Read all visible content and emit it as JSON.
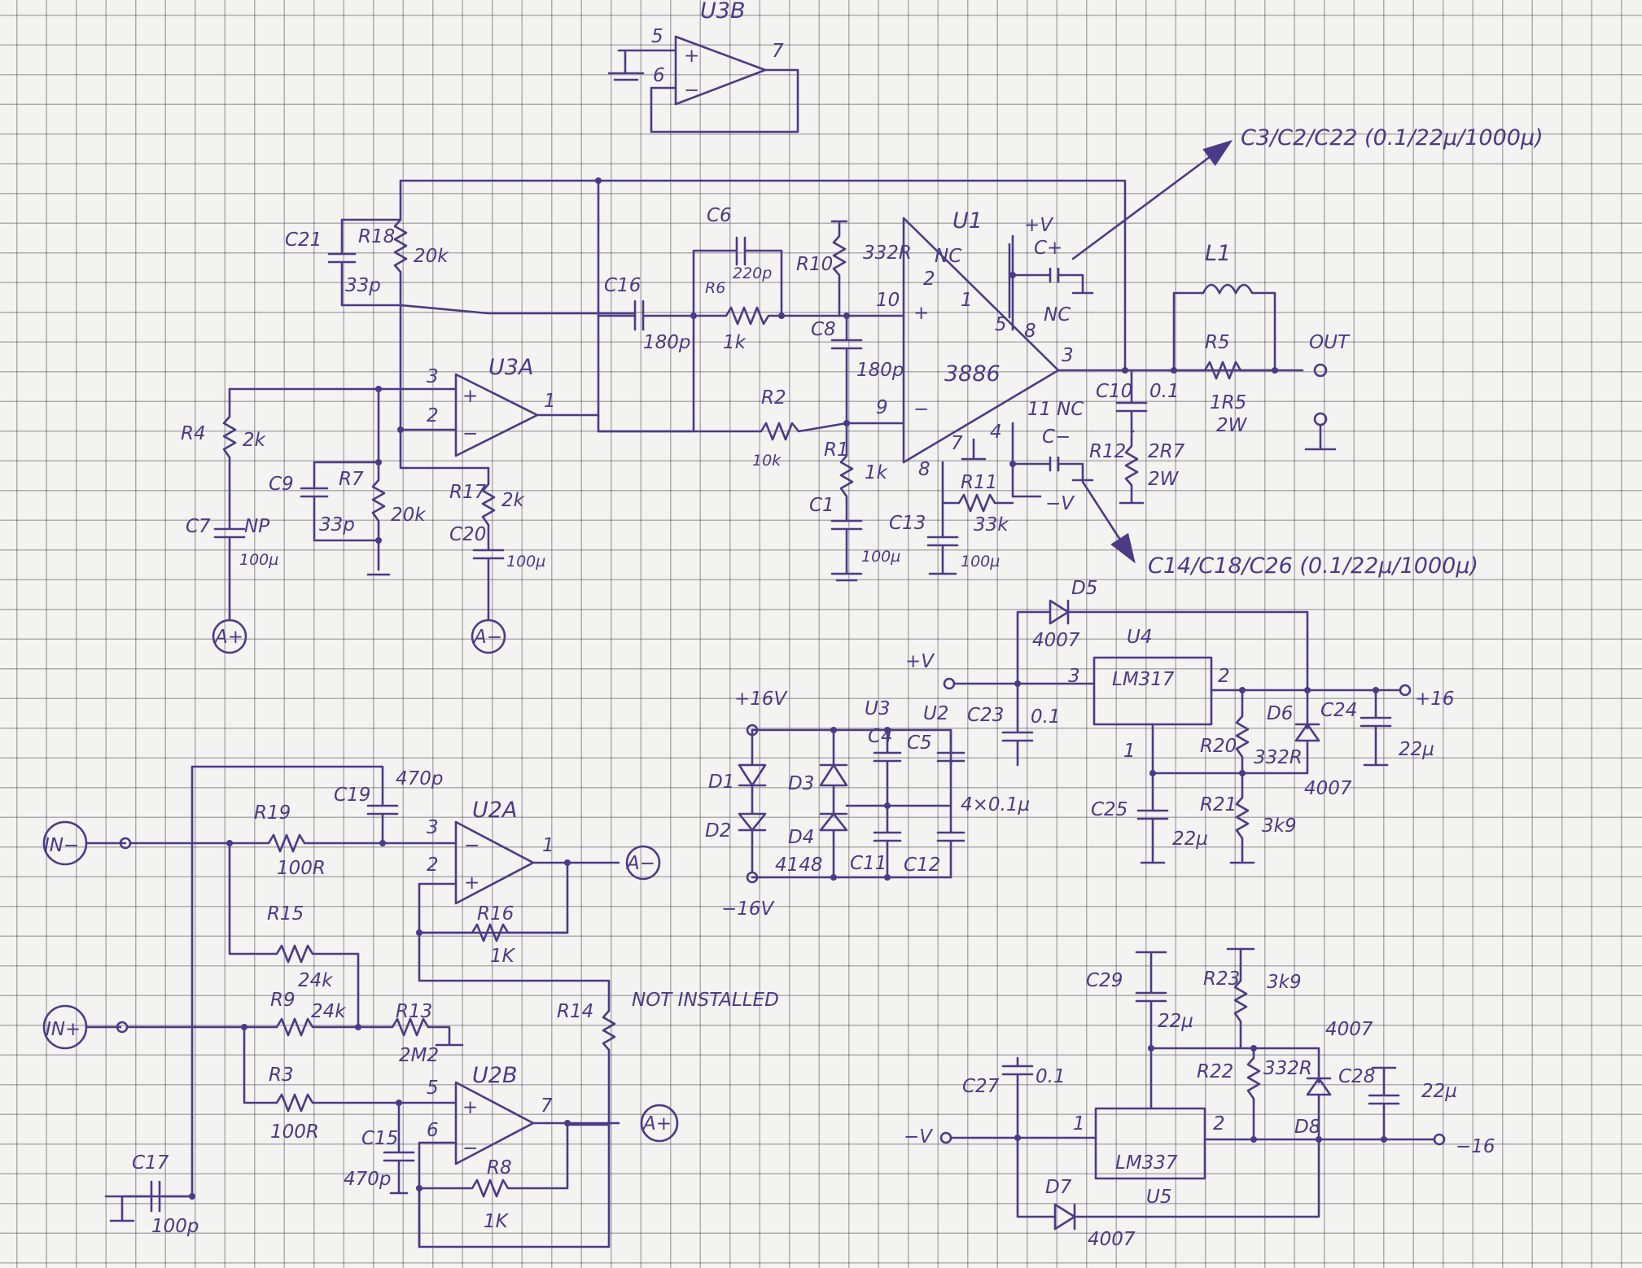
{
  "opamps": {
    "u3b": {
      "ref": "U3B",
      "pin_plus": "5",
      "pin_minus": "6",
      "pin_out": "7",
      "plus": "+",
      "minus": "−"
    },
    "u3a": {
      "ref": "U3A",
      "pin_plus": "3",
      "pin_minus": "2",
      "pin_out": "1",
      "plus": "+",
      "minus": "−"
    },
    "u2a": {
      "ref": "U2A",
      "pin_plus": "2",
      "pin_minus": "3",
      "pin_out": "1",
      "plus": "+",
      "minus": "−"
    },
    "u2b": {
      "ref": "U2B",
      "pin_plus": "5",
      "pin_minus": "6",
      "pin_out": "7",
      "plus": "+",
      "minus": "−"
    }
  },
  "amp": {
    "ref": "U1",
    "part": "3886",
    "pin_10": "10",
    "pin_9": "9",
    "pin_2": "2",
    "pin_1": "1",
    "pin_5": "5",
    "pin_8a": "8",
    "pin_3": "3",
    "pin_11": "11",
    "pin_4": "4",
    "pin_7": "7",
    "pin_8b": "8",
    "nc1": "NC",
    "nc2": "NC",
    "nc3": "NC",
    "plus": "+",
    "minus": "−",
    "vpos": "+V",
    "vneg": "−V",
    "cpos": "C+",
    "cneg": "C−"
  },
  "components": {
    "c21": {
      "ref": "C21",
      "val": "33p"
    },
    "r18": {
      "ref": "R18",
      "val": "20k"
    },
    "c16": {
      "ref": "C16",
      "val": "180p"
    },
    "c6": {
      "ref": "C6",
      "val": "220p"
    },
    "r6": {
      "ref": "R6",
      "val": "1k"
    },
    "r10": {
      "ref": "R10",
      "val": "332R"
    },
    "c8": {
      "ref": "C8",
      "val": "180p"
    },
    "r2": {
      "ref": "R2",
      "val": "10k"
    },
    "r1": {
      "ref": "R1",
      "val": "1k"
    },
    "c1": {
      "ref": "C1",
      "val": "100µ"
    },
    "c13": {
      "ref": "C13",
      "val": "100µ"
    },
    "r11": {
      "ref": "R11",
      "val": "33k"
    },
    "r4": {
      "ref": "R4",
      "val": "2k"
    },
    "c7": {
      "ref": "C7",
      "val": "100µ",
      "note": "NP"
    },
    "c9": {
      "ref": "C9",
      "val": "33p"
    },
    "r7": {
      "ref": "R7",
      "val": "20k"
    },
    "r17": {
      "ref": "R17",
      "val": "2k"
    },
    "c20": {
      "ref": "C20",
      "val": "100µ"
    },
    "c10": {
      "ref": "C10",
      "val": "0.1"
    },
    "r12": {
      "ref": "R12",
      "val": "2R7",
      "power": "2W"
    },
    "l1": {
      "ref": "L1"
    },
    "r5": {
      "ref": "R5",
      "val": "1R5",
      "power": "2W"
    },
    "c11": {
      "ref": "C11"
    },
    "c12": {
      "ref": "C12"
    },
    "c4": {
      "ref": "C4"
    },
    "c5": {
      "ref": "C5"
    },
    "caps4": {
      "val": "4×0.1µ"
    },
    "d1": {
      "ref": "D1"
    },
    "d2": {
      "ref": "D2"
    },
    "d3": {
      "ref": "D3"
    },
    "d4": {
      "ref": "D4"
    },
    "d14": {
      "val": "4148"
    },
    "c19": {
      "ref": "C19",
      "val": "470p"
    },
    "r19": {
      "ref": "R19",
      "val": "100R"
    },
    "r16": {
      "ref": "R16",
      "val": "1K"
    },
    "r15": {
      "ref": "R15",
      "val": "24k"
    },
    "r9": {
      "ref": "R9",
      "val": "24k"
    },
    "r13": {
      "ref": "R13",
      "val": "2M2"
    },
    "r14": {
      "ref": "R14",
      "val": "NOT INSTALLED"
    },
    "r3": {
      "ref": "R3",
      "val": "100R"
    },
    "c15": {
      "ref": "C15",
      "val": "470p"
    },
    "r8": {
      "ref": "R8",
      "val": "1K"
    },
    "c17": {
      "ref": "C17",
      "val": "100p"
    },
    "d5": {
      "ref": "D5",
      "val": "4007"
    },
    "u4": {
      "ref": "U4",
      "part": "LM317",
      "pin_3": "3",
      "pin_2": "2",
      "pin_1": "1"
    },
    "c23": {
      "ref": "C23",
      "val": "0.1"
    },
    "c24": {
      "ref": "C24",
      "val": "22µ"
    },
    "d6": {
      "ref": "D6",
      "val": "4007"
    },
    "r20": {
      "ref": "R20",
      "val": "332R"
    },
    "c25": {
      "ref": "C25",
      "val": "22µ"
    },
    "r21": {
      "ref": "R21",
      "val": "3k9"
    },
    "c29": {
      "ref": "C29",
      "val": "22µ"
    },
    "r23": {
      "ref": "R23",
      "val": "3k9"
    },
    "c27": {
      "ref": "C27",
      "val": "0.1"
    },
    "r22": {
      "ref": "R22",
      "val": "332R"
    },
    "d8": {
      "ref": "D8",
      "val": "4007"
    },
    "c28": {
      "ref": "C28",
      "val": "22µ"
    },
    "u5": {
      "ref": "U5",
      "part": "LM337",
      "pin_1": "1",
      "pin_2": "2"
    },
    "d7": {
      "ref": "D7",
      "val": "4007"
    }
  },
  "nets": {
    "u3": "U3",
    "u2": "U2",
    "plus16v": "+16V",
    "minus16v": "−16V",
    "vpos": "+V",
    "vneg": "−V",
    "out": "OUT",
    "plus16": "+16",
    "minus16": "−16"
  },
  "terminals": {
    "ap1": "A+",
    "am1": "A−",
    "am2": "A−",
    "ap2": "A+",
    "inm": "IN−",
    "inp": "IN+"
  },
  "annotations": {
    "top_caps": "C3/C2/C22 (0.1/22µ/1000µ)",
    "bottom_caps": "C14/C18/C26 (0.1/22µ/1000µ)"
  }
}
